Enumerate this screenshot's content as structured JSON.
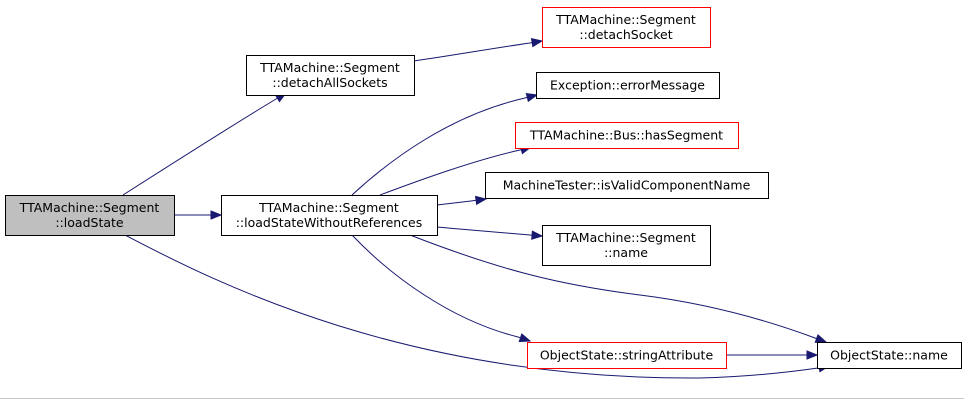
{
  "diagram": {
    "colors": {
      "edge": "#191970",
      "box_border": "#000000",
      "box_border_incomplete": "#ff0000",
      "root_fill": "#bfbfbf",
      "node_fill": "#ffffff"
    },
    "nodes": [
      {
        "id": "segment-loadState",
        "lines": [
          "TTAMachine::Segment",
          "::loadState"
        ],
        "root": true,
        "incomplete": false
      },
      {
        "id": "segment-detachAllSockets",
        "lines": [
          "TTAMachine::Segment",
          "::detachAllSockets"
        ],
        "root": false,
        "incomplete": false
      },
      {
        "id": "segment-detachSocket",
        "lines": [
          "TTAMachine::Segment",
          "::detachSocket"
        ],
        "root": false,
        "incomplete": true
      },
      {
        "id": "exception-errorMessage",
        "lines": [
          "Exception::errorMessage"
        ],
        "root": false,
        "incomplete": false
      },
      {
        "id": "bus-hasSegment",
        "lines": [
          "TTAMachine::Bus::hasSegment"
        ],
        "root": false,
        "incomplete": true
      },
      {
        "id": "segment-loadStateWithoutReferences",
        "lines": [
          "TTAMachine::Segment",
          "::loadStateWithoutReferences"
        ],
        "root": false,
        "incomplete": false
      },
      {
        "id": "machinetester-isValidComponentName",
        "lines": [
          "MachineTester::isValidComponentName"
        ],
        "root": false,
        "incomplete": false
      },
      {
        "id": "segment-name",
        "lines": [
          "TTAMachine::Segment",
          "::name"
        ],
        "root": false,
        "incomplete": false
      },
      {
        "id": "objectstate-stringAttribute",
        "lines": [
          "ObjectState::stringAttribute"
        ],
        "root": false,
        "incomplete": true
      },
      {
        "id": "objectstate-name",
        "lines": [
          "ObjectState::name"
        ],
        "root": false,
        "incomplete": false
      }
    ],
    "edges": [
      {
        "from": "segment-loadState",
        "to": "segment-detachAllSockets"
      },
      {
        "from": "segment-loadState",
        "to": "segment-loadStateWithoutReferences"
      },
      {
        "from": "segment-loadState",
        "to": "objectstate-name"
      },
      {
        "from": "segment-detachAllSockets",
        "to": "segment-detachSocket"
      },
      {
        "from": "segment-loadStateWithoutReferences",
        "to": "exception-errorMessage"
      },
      {
        "from": "segment-loadStateWithoutReferences",
        "to": "bus-hasSegment"
      },
      {
        "from": "segment-loadStateWithoutReferences",
        "to": "machinetester-isValidComponentName"
      },
      {
        "from": "segment-loadStateWithoutReferences",
        "to": "segment-name"
      },
      {
        "from": "segment-loadStateWithoutReferences",
        "to": "objectstate-name"
      },
      {
        "from": "segment-loadStateWithoutReferences",
        "to": "objectstate-stringAttribute"
      },
      {
        "from": "objectstate-stringAttribute",
        "to": "objectstate-name"
      }
    ]
  }
}
